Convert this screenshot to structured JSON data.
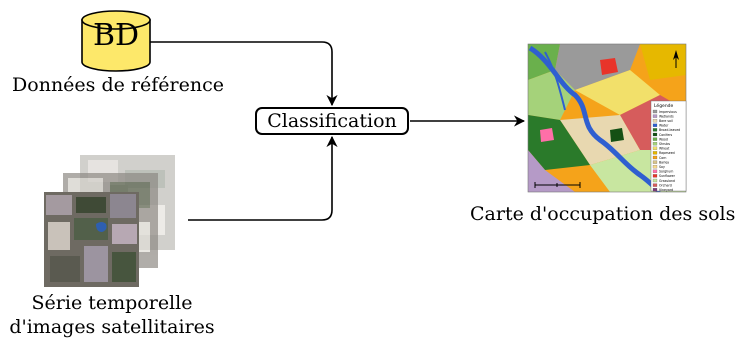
{
  "database": {
    "label": "BD",
    "caption": "Données de référence",
    "color": "#fde86a"
  },
  "classification": {
    "label": "Classification"
  },
  "satellite": {
    "caption_line1": "Série temporelle",
    "caption_line2": "d'images satellitaires"
  },
  "map": {
    "caption": "Carte d'occupation des sols",
    "legend": {
      "title": "Légende",
      "items": [
        {
          "label": "Impervious",
          "color": "#9a9a9a"
        },
        {
          "label": "Wetlands",
          "color": "#b59ac7"
        },
        {
          "label": "Bare soil",
          "color": "#e8d8b0"
        },
        {
          "label": "Water",
          "color": "#2f5fd0"
        },
        {
          "label": "Broad-leaved",
          "color": "#2a7a2a"
        },
        {
          "label": "Conifers",
          "color": "#145014"
        },
        {
          "label": "Wood",
          "color": "#6ab04c"
        },
        {
          "label": "Shrubs",
          "color": "#a5d27a"
        },
        {
          "label": "Wheat",
          "color": "#f2e06a"
        },
        {
          "label": "Rapeseed",
          "color": "#e6b800"
        },
        {
          "label": "Corn",
          "color": "#f5a31a"
        },
        {
          "label": "Barley",
          "color": "#d8c48a"
        },
        {
          "label": "Soy",
          "color": "#f7d88c"
        },
        {
          "label": "Sorghum",
          "color": "#ff6fa8"
        },
        {
          "label": "Sunflower",
          "color": "#e8342a"
        },
        {
          "label": "Grassland",
          "color": "#c8e6a0"
        },
        {
          "label": "Orchard",
          "color": "#d65c5c"
        },
        {
          "label": "Vineyard",
          "color": "#7a3b7a"
        }
      ]
    }
  }
}
